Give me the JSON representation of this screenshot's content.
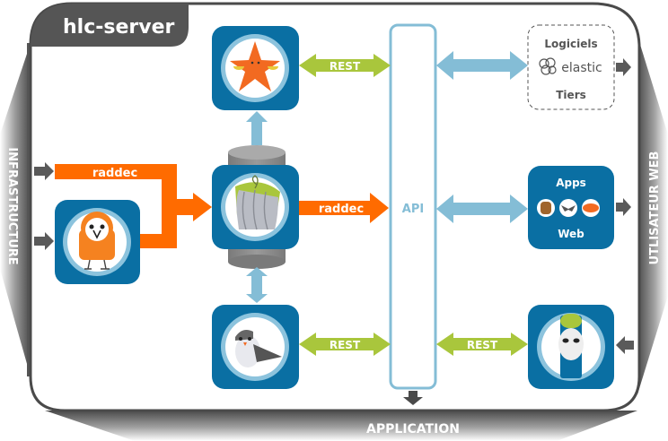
{
  "server": {
    "title": "hlc-server"
  },
  "side_labels": {
    "left": "INFRASTRUCTURE",
    "right": "UTLISATEUR WEB",
    "bottom": "APPLICATION"
  },
  "api": {
    "label": "API"
  },
  "connections": {
    "raddec_input": "raddec",
    "raddec_to_api": "raddec",
    "rest_top": "REST",
    "rest_bottom_left": "REST",
    "rest_bottom_right": "REST"
  },
  "third_party": {
    "top": "Logiciels",
    "logo": "elastic",
    "bottom": "Tiers"
  },
  "web_apps": {
    "top": "Apps",
    "bottom": "Web"
  },
  "modules": [
    {
      "name": "starfish",
      "icon": "starfish-icon"
    },
    {
      "name": "owl",
      "icon": "owl-icon"
    },
    {
      "name": "seaweed-database",
      "icon": "seaweed-icon"
    },
    {
      "name": "bird",
      "icon": "bird-icon"
    },
    {
      "name": "hockey-mask",
      "icon": "hockey-mask-icon"
    }
  ],
  "colors": {
    "tile_blue": "#0a6fa3",
    "ring": "#8cc3dd",
    "orange": "#ff6b00",
    "green": "#a9c63c",
    "light_blue": "#84bdd6",
    "dark_gray": "#5a5a5a"
  }
}
